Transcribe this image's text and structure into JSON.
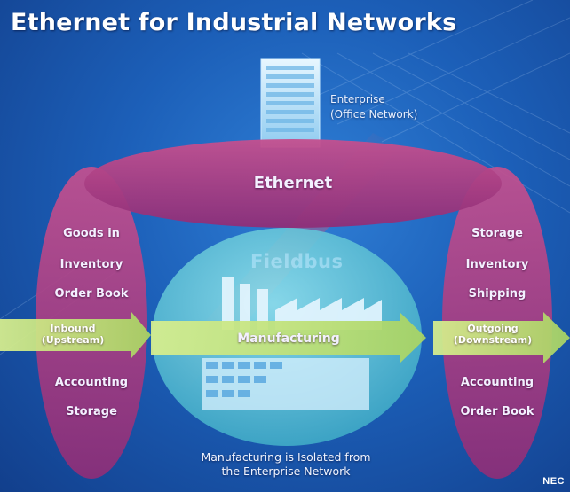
{
  "title": "Ethernet for Industrial Networks",
  "enterprise": {
    "line1": "Enterprise",
    "line2": "(Office Network)"
  },
  "ethernet": "Ethernet",
  "fieldbus": "Fieldbus",
  "left_column": {
    "top_items": [
      "Goods in",
      "Inventory",
      "Order Book"
    ],
    "arrow": {
      "line1": "Inbound",
      "line2": "(Upstream)"
    },
    "bottom_items": [
      "Accounting",
      "Storage"
    ]
  },
  "right_column": {
    "top_items": [
      "Storage",
      "Inventory",
      "Shipping"
    ],
    "arrow": {
      "line1": "Outgoing",
      "line2": "(Downstream)"
    },
    "bottom_items": [
      "Accounting",
      "Order Book"
    ]
  },
  "manufacturing": "Manufacturing",
  "isolation_note": {
    "line1": "Manufacturing is Isolated from",
    "line2": "the Enterprise Network"
  },
  "logo": "NEC",
  "colors": {
    "background": "#1c5fb8",
    "ellipse_magenta": "#b03a86",
    "fieldbus_teal": "#5ec6d8",
    "arrow_green": "#c6e67a",
    "building": "#9fd3f2"
  }
}
